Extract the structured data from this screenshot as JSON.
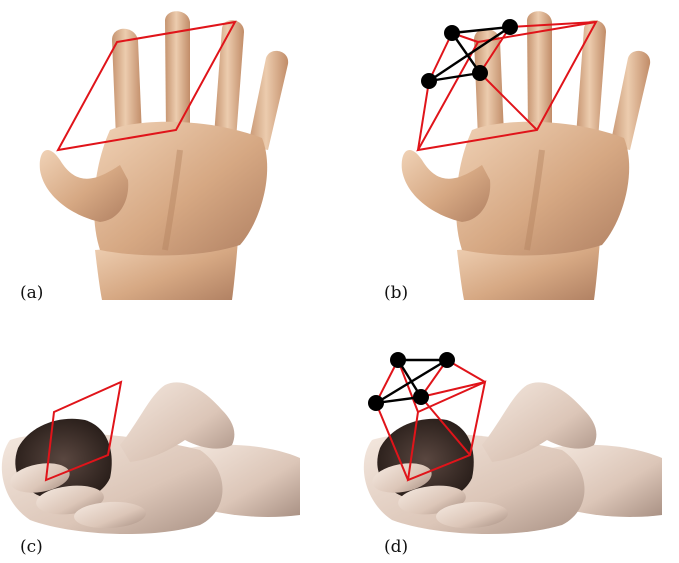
{
  "panels": [
    {
      "label": "(a)"
    },
    {
      "label": "(b)"
    },
    {
      "label": "(c)"
    },
    {
      "label": "(d)"
    }
  ],
  "colors": {
    "skin_light": "#e6c6a8",
    "skin_mid": "#cf9f7a",
    "skin_shadow": "#a6785a",
    "pale_skin": "#ecdcd0",
    "pale_shadow": "#b9a396",
    "dark_palm": "#3b2c26",
    "polytope_line": "#e0141a",
    "link_line": "#000000",
    "joint_dot": "#000000"
  }
}
